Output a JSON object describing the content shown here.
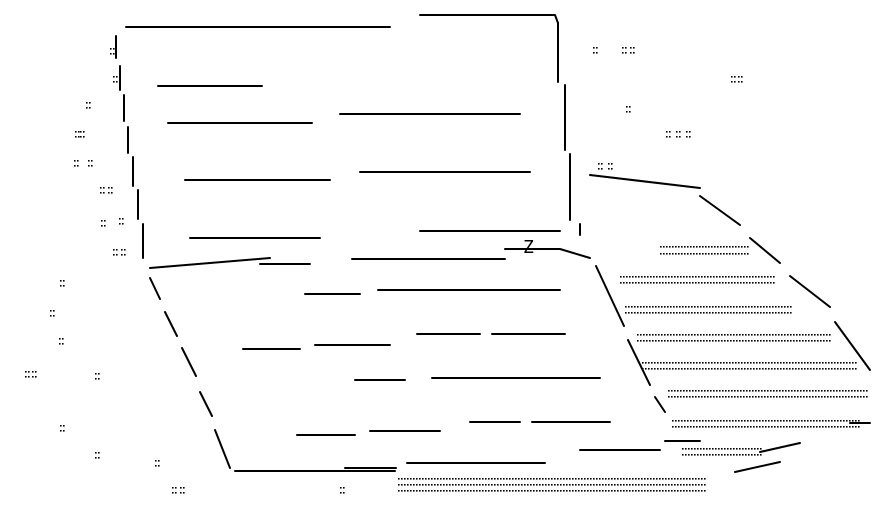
{
  "art": {
    "kind": "ascii-art",
    "subject": "laptop",
    "screen_mark": "Z"
  }
}
